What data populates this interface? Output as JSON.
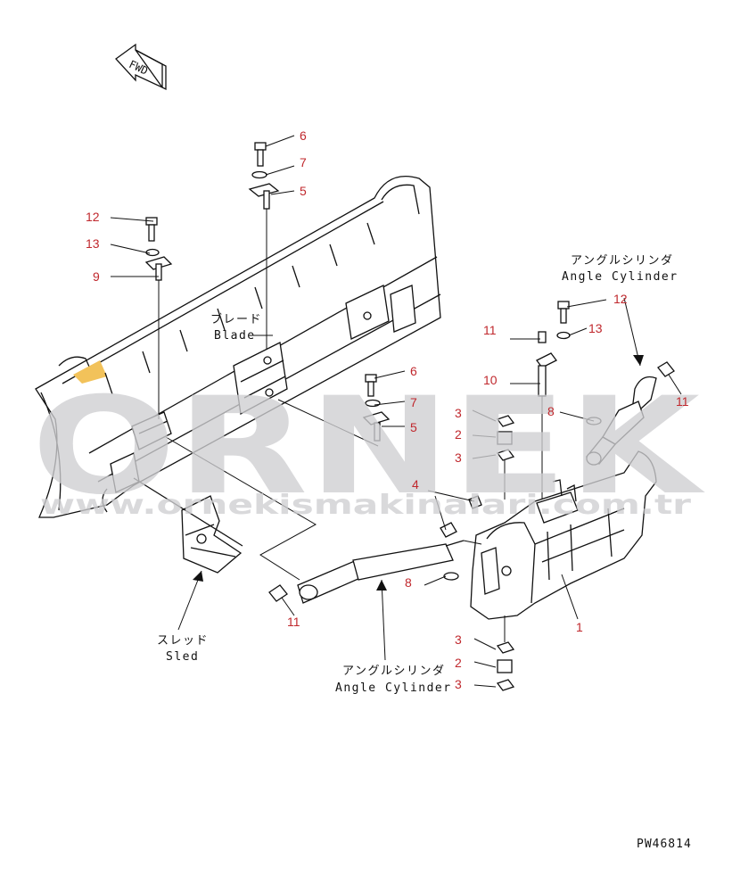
{
  "direction_marker": {
    "text": "FWD"
  },
  "watermark": {
    "brand": "ORNEK",
    "url": "www.ornekismakinalari.com.tr"
  },
  "captions": {
    "blade_jp": "ブレード",
    "blade_en": "Blade",
    "sled_jp": "スレッド",
    "sled_en": "Sled",
    "cylinder_right_jp": "アングルシリンダ",
    "cylinder_right_en": "Angle Cylinder",
    "cylinder_bottom_jp": "アングルシリンダ",
    "cylinder_bottom_en": "Angle Cylinder"
  },
  "callouts": [
    {
      "id": "c1",
      "label": "1"
    },
    {
      "id": "c2a",
      "label": "2"
    },
    {
      "id": "c2b",
      "label": "2"
    },
    {
      "id": "c3a",
      "label": "3"
    },
    {
      "id": "c3b",
      "label": "3"
    },
    {
      "id": "c3c",
      "label": "3"
    },
    {
      "id": "c3d",
      "label": "3"
    },
    {
      "id": "c4",
      "label": "4"
    },
    {
      "id": "c5a",
      "label": "5"
    },
    {
      "id": "c5b",
      "label": "5"
    },
    {
      "id": "c6a",
      "label": "6"
    },
    {
      "id": "c6b",
      "label": "6"
    },
    {
      "id": "c7a",
      "label": "7"
    },
    {
      "id": "c7b",
      "label": "7"
    },
    {
      "id": "c8a",
      "label": "8"
    },
    {
      "id": "c8b",
      "label": "8"
    },
    {
      "id": "c9",
      "label": "9"
    },
    {
      "id": "c10",
      "label": "10"
    },
    {
      "id": "c11a",
      "label": "11"
    },
    {
      "id": "c11b",
      "label": "11"
    },
    {
      "id": "c11c",
      "label": "11"
    },
    {
      "id": "c12a",
      "label": "12"
    },
    {
      "id": "c12b",
      "label": "12"
    },
    {
      "id": "c13a",
      "label": "13"
    },
    {
      "id": "c13b",
      "label": "13"
    }
  ],
  "drawing_code": "PW46814",
  "colors": {
    "callout": "#c0282d",
    "line": "#111111",
    "watermark": "#cfcfd2",
    "accent": "#f2c25a"
  }
}
